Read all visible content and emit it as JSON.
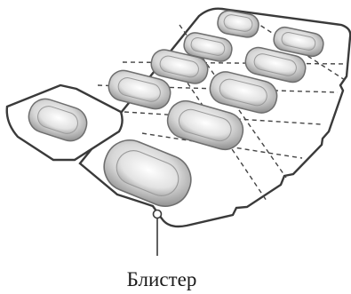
{
  "diagram": {
    "callout_label": "Блистер",
    "blister_main": {
      "pill_count": 9
    },
    "blister_detached": {
      "pill_count": 1
    },
    "colors": {
      "outline": "#3a3a3a",
      "pill_dark": "#9a9a9a",
      "pill_light": "#f4f4f4",
      "pill_stroke": "#6e6e6e",
      "perforation": "#444444"
    }
  }
}
